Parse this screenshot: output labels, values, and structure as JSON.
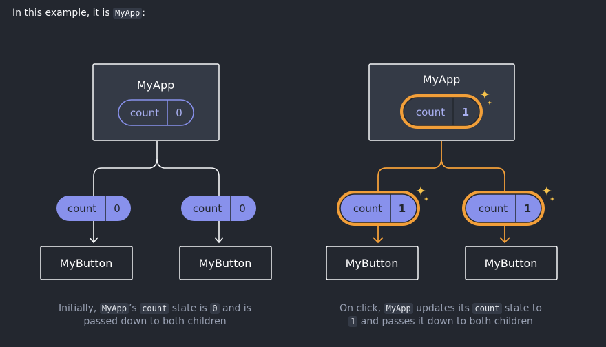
{
  "intro": {
    "prefix": "In this example, it is",
    "code": "MyApp",
    "suffix": ":"
  },
  "left_diagram": {
    "parent": {
      "title": "MyApp",
      "state_label": "count",
      "state_value": "0"
    },
    "children": [
      {
        "prop_label": "count",
        "prop_value": "0",
        "name": "MyButton"
      },
      {
        "prop_label": "count",
        "prop_value": "0",
        "name": "MyButton"
      }
    ],
    "caption": {
      "t1": "Initially,",
      "c1": "MyApp",
      "t2": "’s",
      "c2": "count",
      "t3": "state is",
      "c3": "0",
      "t4": "and is",
      "line2": "passed down to both children"
    }
  },
  "right_diagram": {
    "parent": {
      "title": "MyApp",
      "state_label": "count",
      "state_value": "1"
    },
    "children": [
      {
        "prop_label": "count",
        "prop_value": "1",
        "name": "MyButton"
      },
      {
        "prop_label": "count",
        "prop_value": "1",
        "name": "MyButton"
      }
    ],
    "caption": {
      "t1": "On click,",
      "c1": "MyApp",
      "t2": "updates its",
      "c2": "count",
      "t3": "state to",
      "c3": "1",
      "t4": "and passes it down to both children"
    }
  },
  "colors": {
    "background": "#23272f",
    "box_fill": "#343a46",
    "box_border": "#f6f7f9",
    "pill_purple": "#8891ec",
    "pill_text_light": "#a8aff0",
    "pill_text_dark": "#23272f",
    "highlight_orange": "#f29f39",
    "highlight_amber": "#f5c24b",
    "caption_text": "#99a1b3"
  },
  "icons": {
    "sparkle": "sparkle-icon",
    "arrow": "arrow-down-icon"
  }
}
